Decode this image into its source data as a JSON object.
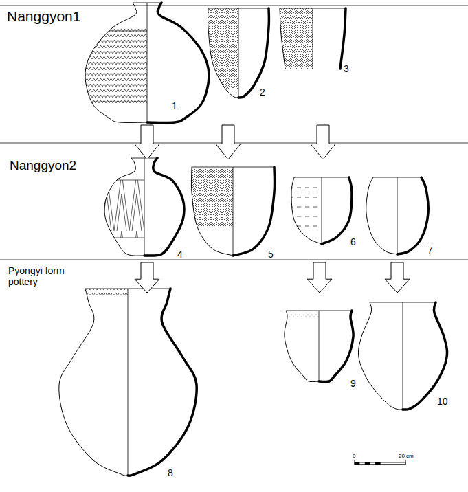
{
  "diagram": {
    "labels": [
      "Nanggyon1",
      "Nanggyon2",
      "Pyongyi form pottery",
      "1",
      "2",
      "3",
      "4",
      "5",
      "6",
      "7",
      "8",
      "9",
      "10",
      "0",
      "20 cm"
    ]
  }
}
